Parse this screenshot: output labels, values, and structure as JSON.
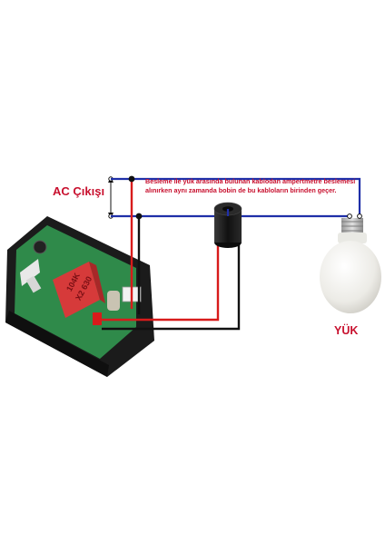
{
  "labels": {
    "ac_output": "AC Çıkışı",
    "note": "Besleme ile yük arasında bulunan kablodan ampertmetre beslemesi alınırken aynı zamanda bobin de bu kabloların birinden geçer.",
    "load": "YÜK",
    "module_capacitor_line1": "104K",
    "module_capacitor_line2": "X2 630"
  },
  "colors": {
    "wire_ac": "#1f2fa8",
    "wire_red": "#d81b1b",
    "wire_black": "#111111",
    "label_text": "#c8102e",
    "pcb": "#2f8a4a",
    "capacitor": "#d63a3a",
    "coil": "#1a1a1a",
    "bulb": "#f3f3f0"
  },
  "icons": {
    "module": "panel-ammeter-module",
    "coil": "current-transformer-coil",
    "bulb": "led-bulb"
  }
}
